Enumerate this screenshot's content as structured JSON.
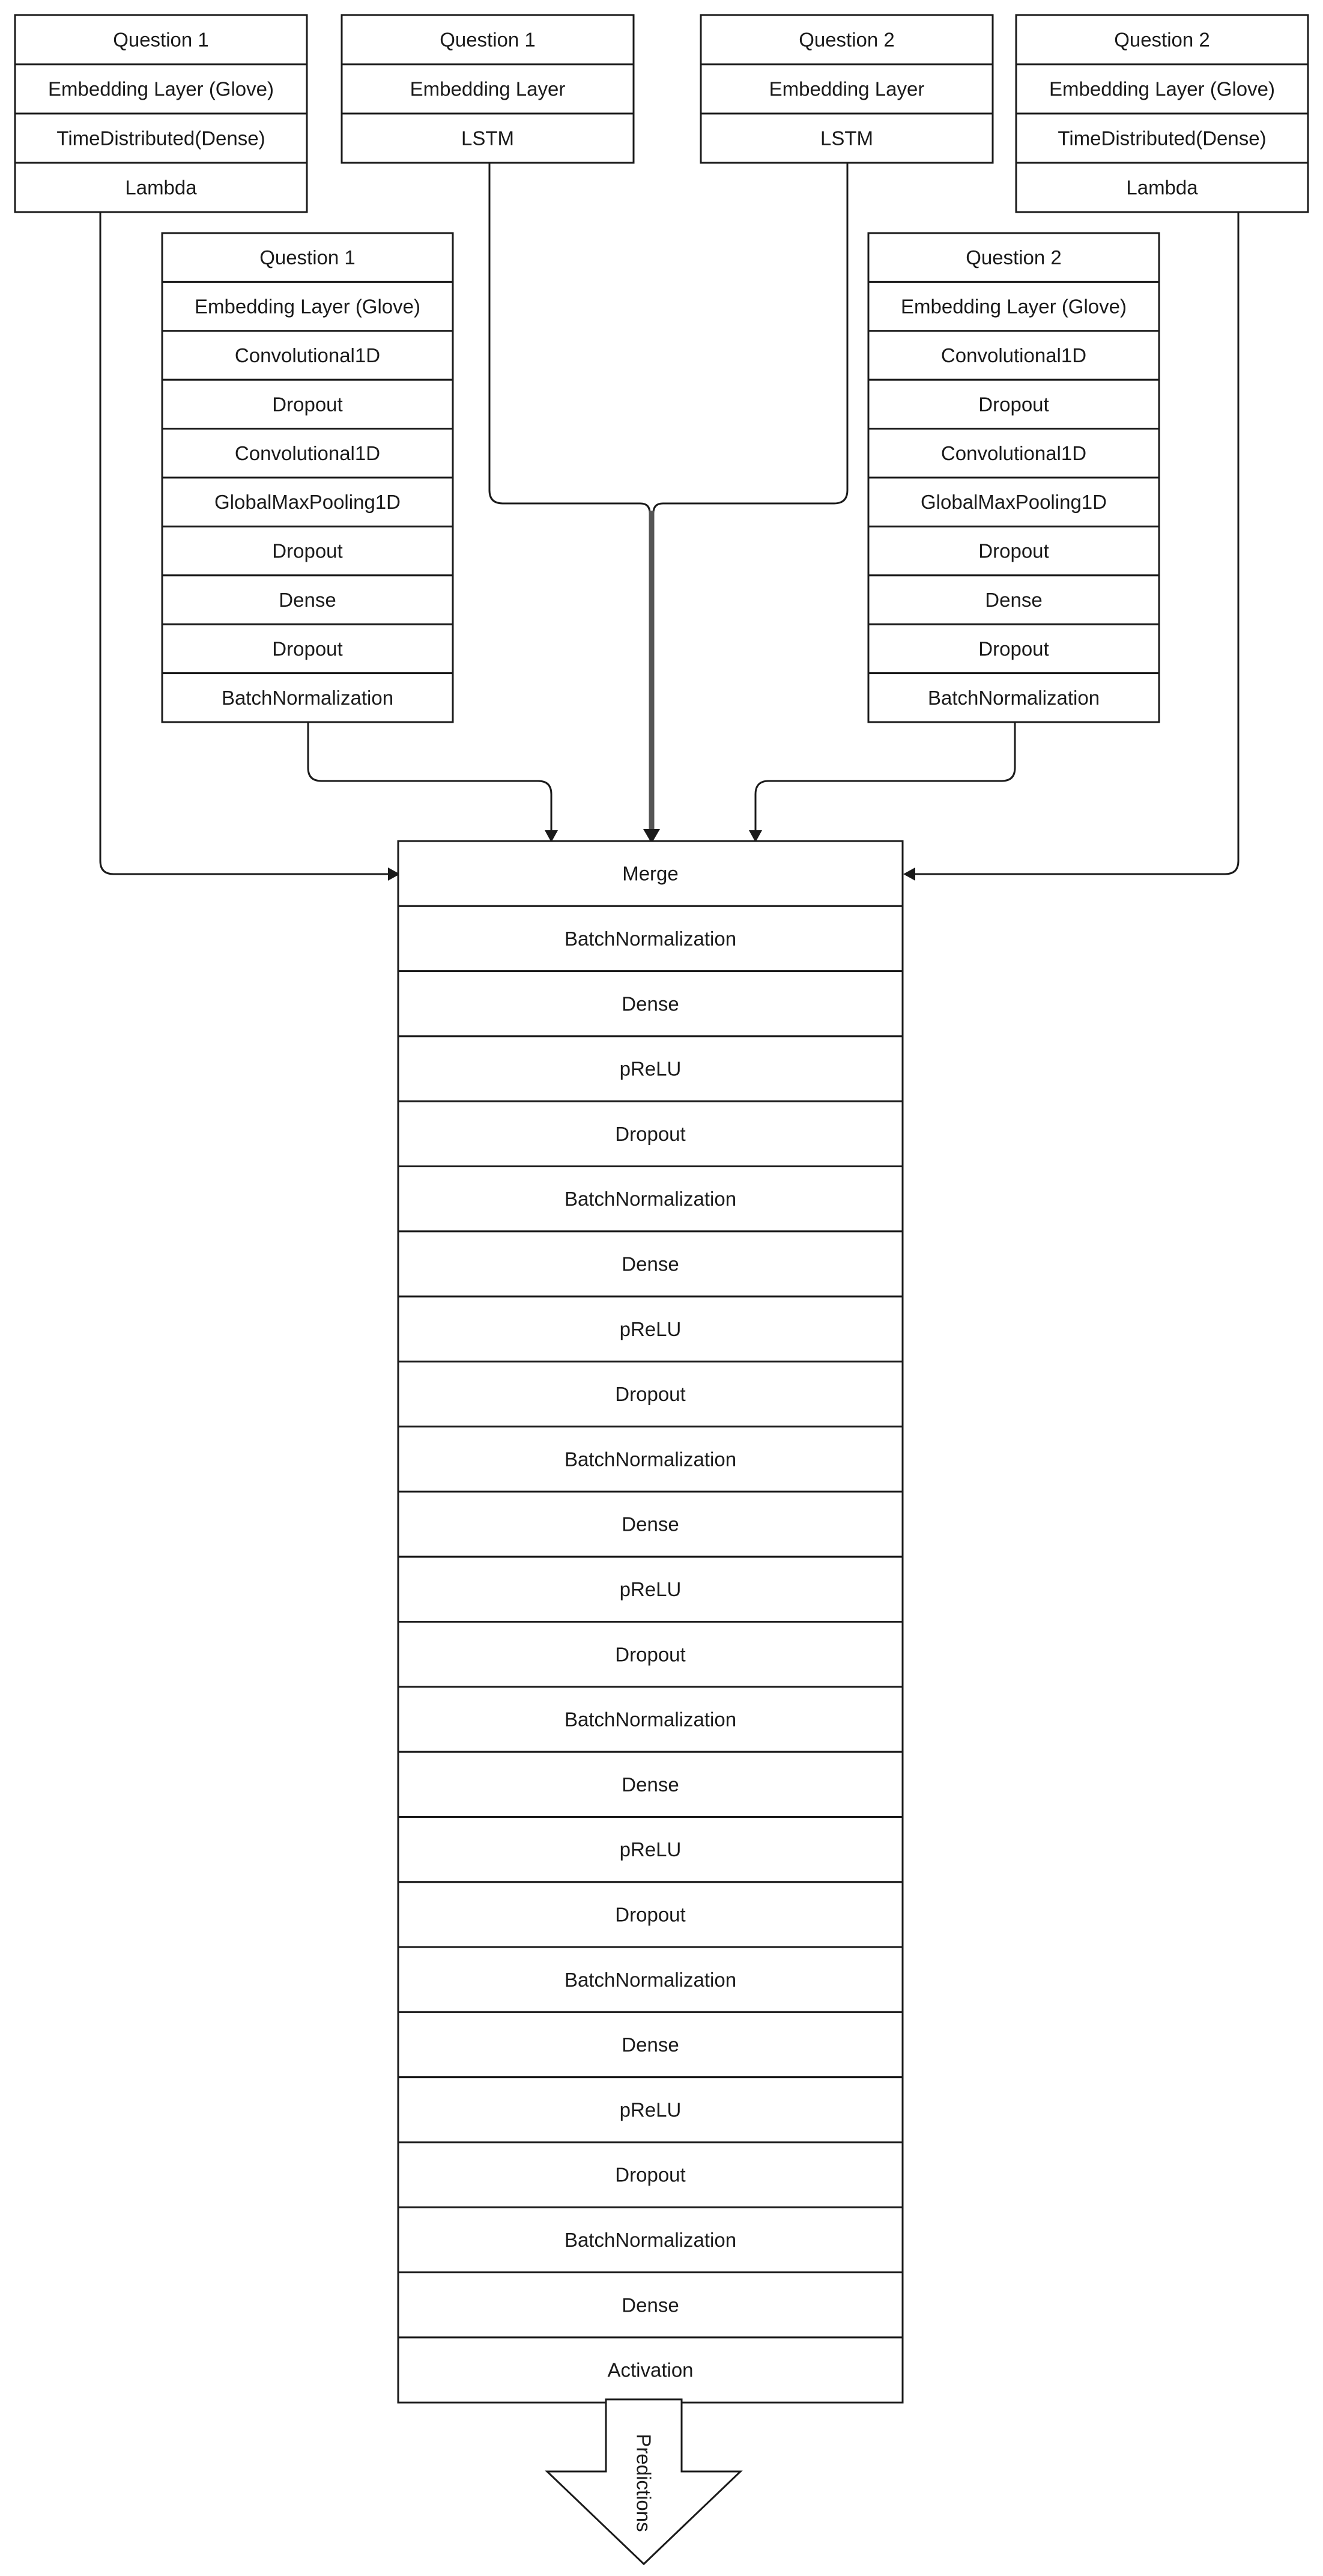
{
  "branches": {
    "glove_q1": {
      "layers": [
        "Question 1",
        "Embedding Layer (Glove)",
        "TimeDistributed(Dense)",
        "Lambda"
      ]
    },
    "lstm_q1": {
      "layers": [
        "Question 1",
        "Embedding Layer",
        "LSTM"
      ]
    },
    "lstm_q2": {
      "layers": [
        "Question 2",
        "Embedding Layer",
        "LSTM"
      ]
    },
    "glove_q2": {
      "layers": [
        "Question 2",
        "Embedding Layer (Glove)",
        "TimeDistributed(Dense)",
        "Lambda"
      ]
    },
    "conv_q1": {
      "layers": [
        "Question 1",
        "Embedding Layer (Glove)",
        "Convolutional1D",
        "Dropout",
        "Convolutional1D",
        "GlobalMaxPooling1D",
        "Dropout",
        "Dense",
        "Dropout",
        "BatchNormalization"
      ]
    },
    "conv_q2": {
      "layers": [
        "Question 2",
        "Embedding Layer (Glove)",
        "Convolutional1D",
        "Dropout",
        "Convolutional1D",
        "GlobalMaxPooling1D",
        "Dropout",
        "Dense",
        "Dropout",
        "BatchNormalization"
      ]
    }
  },
  "merge_stack": {
    "layers": [
      "Merge",
      "BatchNormalization",
      "Dense",
      "pReLU",
      "Dropout",
      "BatchNormalization",
      "Dense",
      "pReLU",
      "Dropout",
      "BatchNormalization",
      "Dense",
      "pReLU",
      "Dropout",
      "BatchNormalization",
      "Dense",
      "pReLU",
      "Dropout",
      "BatchNormalization",
      "Dense",
      "pReLU",
      "Dropout",
      "BatchNormalization",
      "Dense",
      "Activation"
    ]
  },
  "output": {
    "label": "Predictions"
  }
}
